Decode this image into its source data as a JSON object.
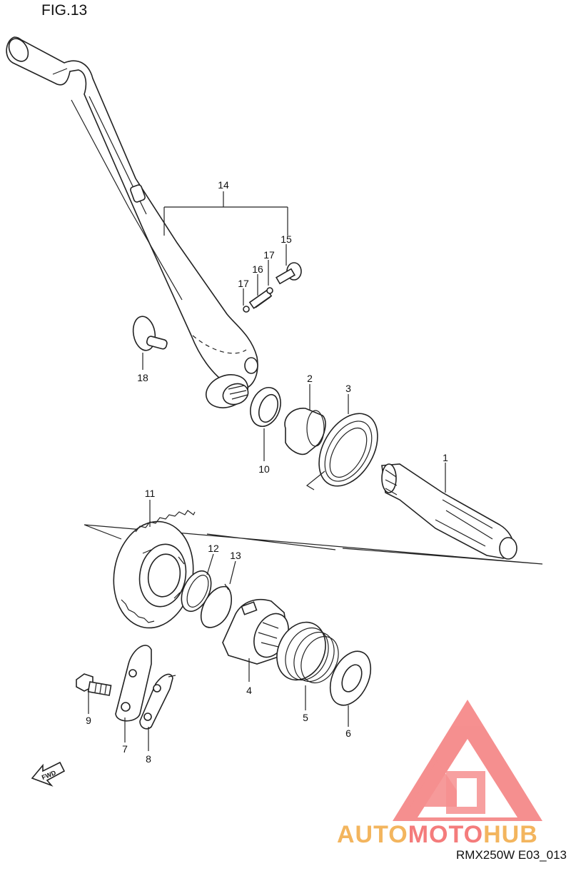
{
  "header": {
    "figure_label": "FIG.13"
  },
  "footer": {
    "drawing_code": "RMX250W E03_013"
  },
  "watermark": {
    "text_part1": "AUTO",
    "text_part2": "MOTO",
    "text_part3": "HUB",
    "colors": {
      "logo_red": "#f47c7c",
      "logo_orange": "#f3b55e"
    }
  },
  "direction_marker": {
    "label": "FWD"
  },
  "callouts": [
    {
      "id": "c1",
      "label": "1"
    },
    {
      "id": "c2",
      "label": "2"
    },
    {
      "id": "c3",
      "label": "3"
    },
    {
      "id": "c4",
      "label": "4"
    },
    {
      "id": "c5",
      "label": "5"
    },
    {
      "id": "c6",
      "label": "6"
    },
    {
      "id": "c7",
      "label": "7"
    },
    {
      "id": "c8",
      "label": "8"
    },
    {
      "id": "c9",
      "label": "9"
    },
    {
      "id": "c10",
      "label": "10"
    },
    {
      "id": "c11",
      "label": "11"
    },
    {
      "id": "c12",
      "label": "12"
    },
    {
      "id": "c13",
      "label": "13"
    },
    {
      "id": "c14",
      "label": "14"
    },
    {
      "id": "c15",
      "label": "15"
    },
    {
      "id": "c16",
      "label": "16"
    },
    {
      "id": "c17a",
      "label": "17"
    },
    {
      "id": "c17b",
      "label": "17"
    },
    {
      "id": "c18",
      "label": "18"
    }
  ]
}
